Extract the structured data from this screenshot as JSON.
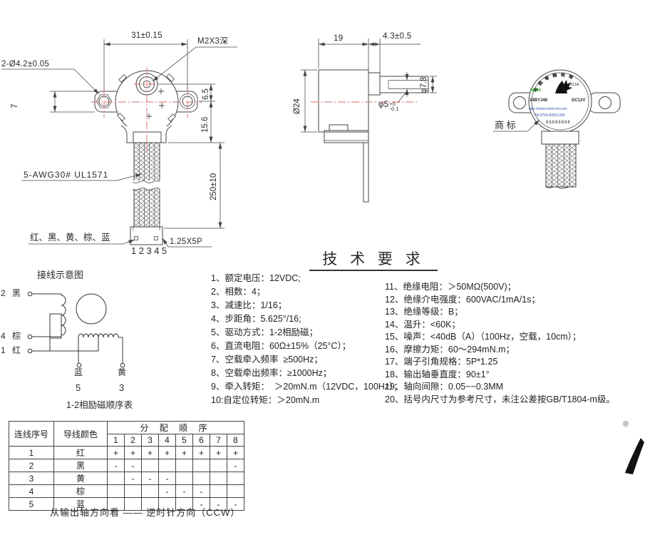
{
  "drawing": {
    "front": {
      "dim_width": "31±0.15",
      "tap_label": "M2X3深",
      "holes_label": "2-Ø4.2±0.05",
      "dim_ear_height": "7",
      "dim_offset": "6.5",
      "dim_lower": "15.6",
      "dim_wire_len": "250±10",
      "wire_spec": "5-AWG30# UL1571",
      "wire_colors": "红、黑、黄、棕、蓝",
      "pins": "12345",
      "pitch_label": "1.25X5P"
    },
    "side": {
      "dim_length": "19",
      "dim_shaft_len": "4.3±0.5",
      "dim_body_dia": "Ø24",
      "dim_boss_dia": "φ7.8",
      "dim_shaft_dia": "φ5",
      "tol_up": "+0",
      "tol_dn": "-0.1"
    },
    "rear": {
      "mark_label": "商 标",
      "label": {
        "arc_text": "电 机 有 限 公 司",
        "cert": "RoHS",
        "code": "011A",
        "model": "24BYJ48",
        "voltage": "DC12V",
        "url": "http://www.motor-bl.com",
        "tel": "Tel:0769-82811390",
        "serial": "88888888"
      }
    }
  },
  "wiring": {
    "title": "接线示意图",
    "t_black_no": "2",
    "t_black": "黑",
    "t_brown_no": "4",
    "t_brown": "棕",
    "t_red_no": "1",
    "t_red": "红",
    "t_blue": "蓝",
    "t_blue_no": "5",
    "t_yellow": "黄",
    "t_yellow_no": "3"
  },
  "tech": {
    "title": "技 术 要 求",
    "left": [
      "1、额定电压：12VDC;",
      "2、相数：4；",
      "3、减速比：1/16；",
      "4、步距角：5.625°/16;",
      "5、驱动方式：1-2相励磁；",
      "6、直流电阻：60Ω±15%（25°C）；",
      "7、空载牵入频率  ≥500Hz；",
      "8、空载牵出频率：≥1000Hz；",
      "9、牵入转矩：  ＞20mN.m（12VDC，100Hz）；",
      "10:自定位转矩：＞20mN.m"
    ],
    "right": [
      "11、绝缘电阻：＞50MΩ(500V)；",
      "12、绝缘介电强度：600VAC/1mA/1s；",
      "13、绝缘等级：B；",
      "14、温升：<60K；",
      "15、噪声：<40dB（A）（100Hz，空载，10cm）；",
      "16、摩擦力矩：60～294mN.m；",
      "17、端子引角规格：5P*1.25",
      "18、输出轴垂直度：90±1°",
      "19、轴向间隙：0.05~~0.3MM",
      "20、括号内尺寸为参考尺寸，未注公差按GB/T1804-m级。"
    ]
  },
  "table": {
    "title": "1-2相励磁顺序表",
    "col_no": "连线序号",
    "col_color": "导线颜色",
    "col_seq": "分 配 顺 序",
    "seq_headers": [
      "1",
      "2",
      "3",
      "4",
      "5",
      "6",
      "7",
      "8"
    ],
    "rows": [
      {
        "no": "1",
        "color": "红",
        "seq": [
          "+",
          "+",
          "+",
          "+",
          "+",
          "+",
          "+",
          "+"
        ]
      },
      {
        "no": "2",
        "color": "黑",
        "seq": [
          "-",
          "-",
          "",
          "",
          "",
          "",
          "",
          "-"
        ]
      },
      {
        "no": "3",
        "color": "黄",
        "seq": [
          "",
          "-",
          "-",
          "-",
          "",
          "",
          "",
          ""
        ]
      },
      {
        "no": "4",
        "color": "棕",
        "seq": [
          "",
          "",
          "",
          "-",
          "-",
          "-",
          "",
          ""
        ]
      },
      {
        "no": "5",
        "color": "蓝",
        "seq": [
          "",
          "",
          "",
          "",
          "",
          "-",
          "-",
          "-"
        ]
      }
    ],
    "footnote": "从输出轴方向看 —— 逆时针方向（CCW）"
  },
  "watermark": {
    "registered": "®"
  }
}
